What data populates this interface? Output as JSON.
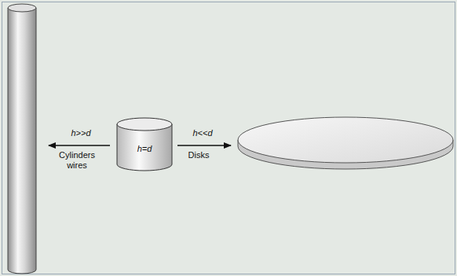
{
  "diagram": {
    "nodes": [
      {
        "text": [
          "h=d"
        ]
      }
    ],
    "labels": [
      "h>>d",
      "Cylinders wires",
      "h<<d",
      "Disks"
    ]
  }
}
